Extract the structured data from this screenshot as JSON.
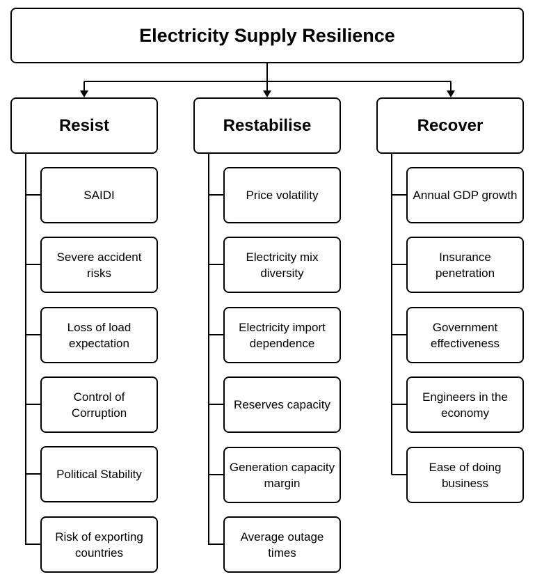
{
  "title": "Electricity Supply Resilience",
  "categories": [
    {
      "label": "Resist",
      "items": [
        "SAIDI",
        "Severe accident risks",
        "Loss of load expectation",
        "Control of Corruption",
        "Political Stability",
        "Risk of exporting countries"
      ]
    },
    {
      "label": "Restabilise",
      "items": [
        "Price volatility",
        "Electricity mix diversity",
        "Electricity import dependence",
        "Reserves  capacity",
        "Generation capacity margin",
        "Average outage times"
      ]
    },
    {
      "label": "Recover",
      "items": [
        "Annual GDP growth",
        "Insurance penetration",
        "Government effectiveness",
        "Engineers in the economy",
        "Ease of doing business"
      ]
    }
  ]
}
